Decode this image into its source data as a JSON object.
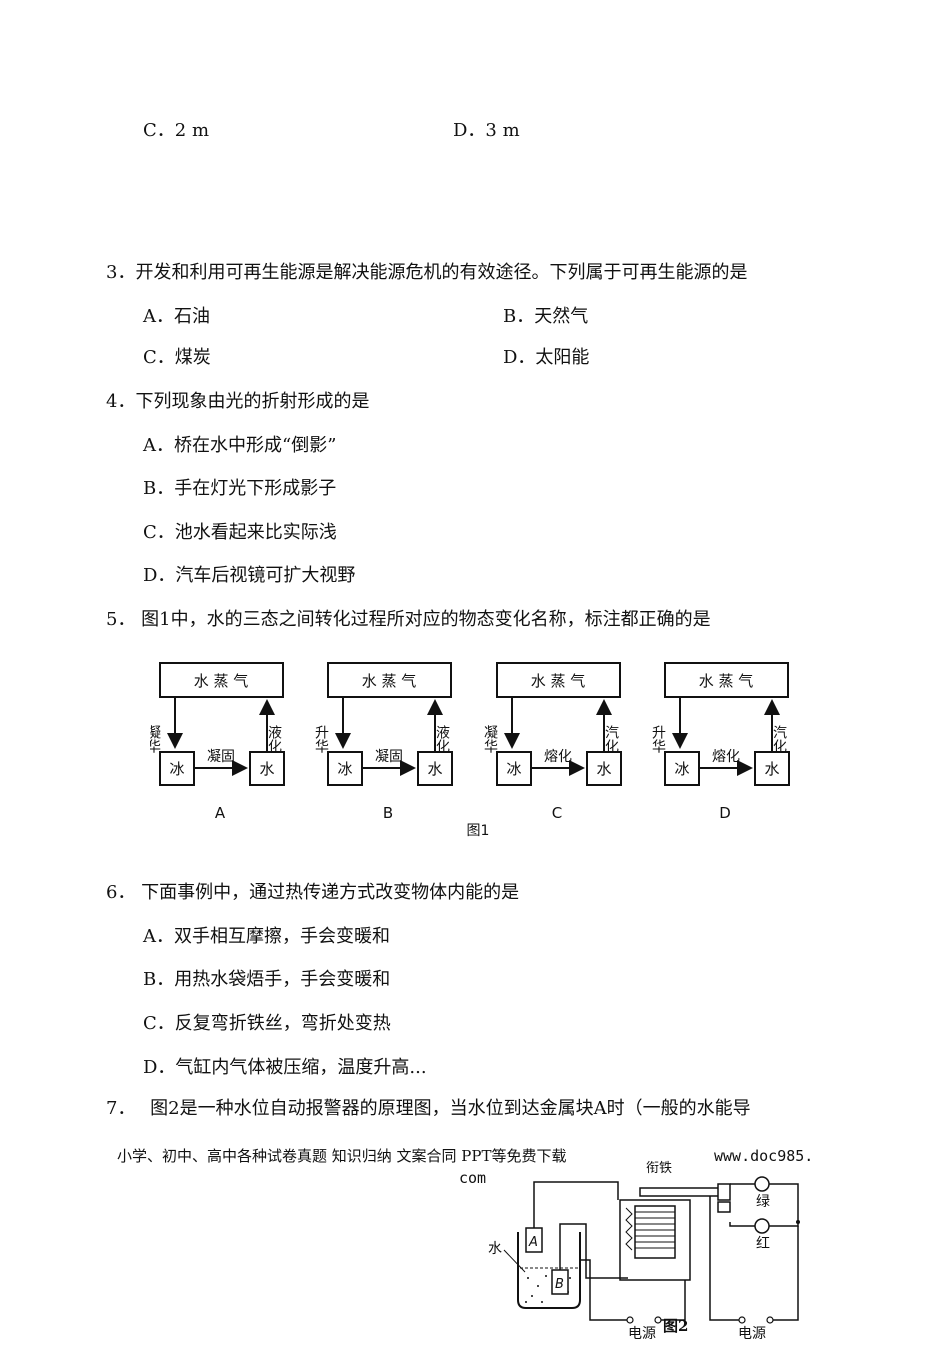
{
  "q2": {
    "opt_c": "C．2 m",
    "opt_d": "D．3 m"
  },
  "q3": {
    "stem": "3．开发和利用可再生能源是解决能源危机的有效途径。下列属于可再生能源的是",
    "opt_a": "A．石油",
    "opt_b": "B．天然气",
    "opt_c": "C．煤炭",
    "opt_d": "D．太阳能"
  },
  "q4": {
    "stem": "4．下列现象由光的折射形成的是",
    "opt_a": "A．桥在水中形成“倒影”",
    "opt_b": "B．手在灯光下形成影子",
    "opt_c": "C．池水看起来比实际浅",
    "opt_d": "D．汽车后视镜可扩大视野"
  },
  "q5": {
    "stem": "5． 图1中，水的三态之间转化过程所对应的物态变化名称，标注都正确的是",
    "figure": {
      "caption": "图1",
      "panels": [
        {
          "label": "A",
          "top": "水 蒸 气",
          "left_arrow": "凝华",
          "right_arrow": "液化",
          "ice": "冰",
          "water": "水",
          "bottom_arrow": "凝固"
        },
        {
          "label": "B",
          "top": "水 蒸 气",
          "left_arrow": "升华",
          "right_arrow": "液化",
          "ice": "冰",
          "water": "水",
          "bottom_arrow": "凝固"
        },
        {
          "label": "C",
          "top": "水 蒸 气",
          "left_arrow": "凝华",
          "right_arrow": "汽化",
          "ice": "冰",
          "water": "水",
          "bottom_arrow": "熔化"
        },
        {
          "label": "D",
          "top": "水 蒸 气",
          "left_arrow": "升华",
          "right_arrow": "汽化",
          "ice": "冰",
          "water": "水",
          "bottom_arrow": "熔化"
        }
      ]
    }
  },
  "q6": {
    "stem": "6． 下面事例中，通过热传递方式改变物体内能的是",
    "opt_a": "A．双手相互摩擦，手会变暖和",
    "opt_b": "B．用热水袋焐手，手会变暖和",
    "opt_c": "C．反复弯折铁丝，弯折处变热",
    "opt_d": "D．气缸内气体被压缩，温度升高..."
  },
  "q7": {
    "stem": "7．　 图2是一种水位自动报警器的原理图，当水位到达金属块A时（一般的水能导",
    "figure": {
      "caption": "图2",
      "water": "水",
      "block_a": "A",
      "block_b": "B",
      "armature": "衔铁",
      "green": "绿",
      "red": "红",
      "power_left": "电源",
      "power_right": "电源"
    }
  },
  "watermark": {
    "line1": "小学、初中、高中各种试卷真题 知识归纳 文案合同 PPT等免费下载",
    "url": "www.doc985.",
    "line2": "com"
  }
}
